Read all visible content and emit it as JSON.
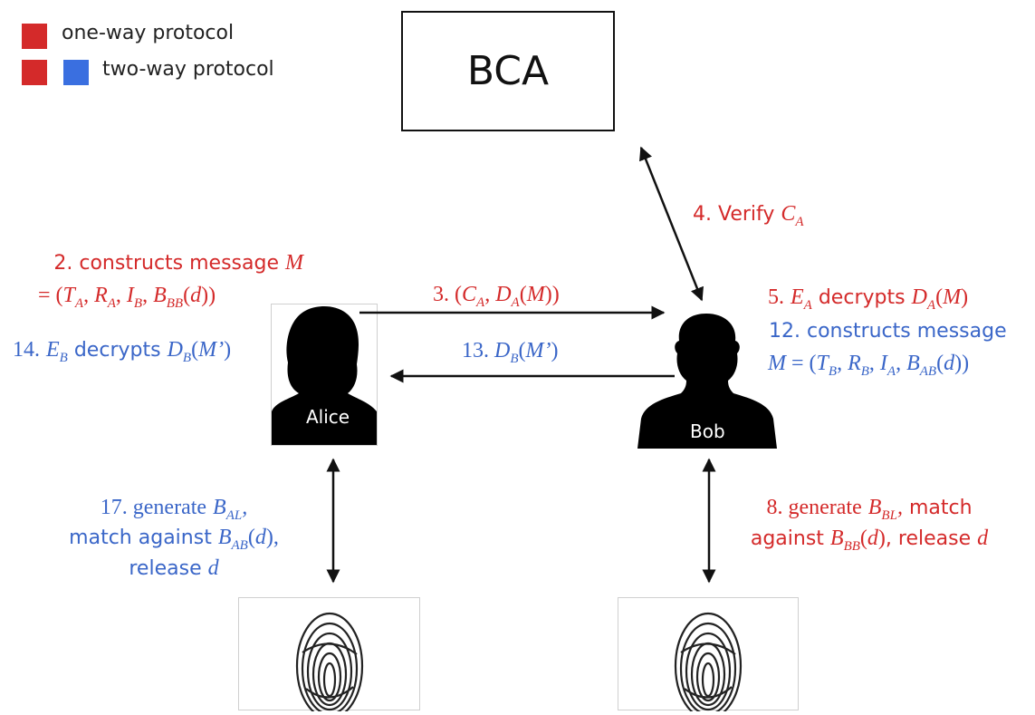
{
  "legend": {
    "one_way": "one-way protocol",
    "two_way": "two-way protocol",
    "colors": {
      "red": "#d42a2a",
      "blue": "#3a6fe0"
    }
  },
  "bca": {
    "label": "BCA"
  },
  "alice": {
    "name": "Alice"
  },
  "bob": {
    "name": "Bob"
  },
  "steps": {
    "s2_line1": "2. constructs message",
    "s2_var": "M",
    "s3_num": "3.",
    "s4_text": "4. Verify",
    "s5_num": "5.",
    "s5_text": "decrypts",
    "s8_line1_a": "8. generate",
    "s8_line1_b": "match",
    "s8_line2_a": "against",
    "s8_line2_b": ", release",
    "s12_text": "12. constructs message",
    "s13_num": "13.",
    "s14_num": "14.",
    "s14_text": "decrypts",
    "s17_line1": "17. generate",
    "s17_line2": "match against",
    "s17_line3": "release"
  }
}
